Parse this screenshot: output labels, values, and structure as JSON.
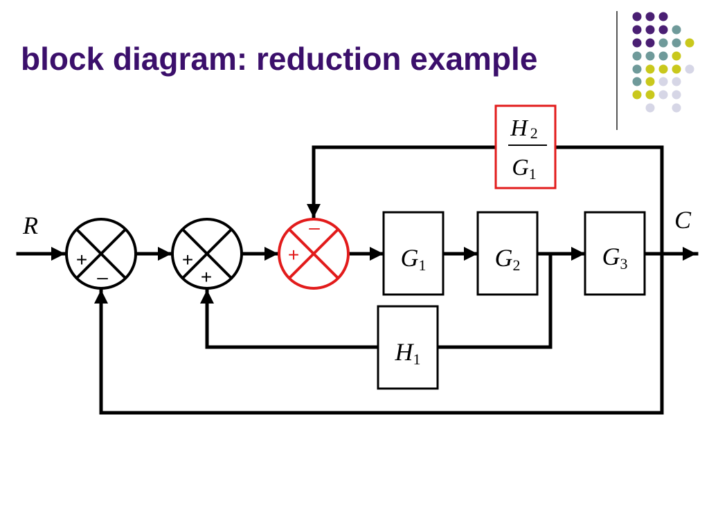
{
  "slide": {
    "title": "block diagram: reduction example"
  },
  "diagram": {
    "input_label": "R",
    "output_label": "C",
    "blocks": {
      "g1": {
        "symbol": "G",
        "subscript": "1"
      },
      "g2": {
        "symbol": "G",
        "subscript": "2"
      },
      "g3": {
        "symbol": "G",
        "subscript": "3"
      },
      "h1": {
        "symbol": "H",
        "subscript": "1"
      },
      "h2_over_g1": {
        "numerator_symbol": "H",
        "numerator_subscript": "2",
        "denominator_symbol": "G",
        "denominator_subscript": "1"
      }
    },
    "junctions": {
      "j1": {
        "top_sign": "+",
        "bottom_sign": "–"
      },
      "j2": {
        "left_sign": "+",
        "bottom_sign": "+"
      },
      "j3": {
        "top_sign": "–",
        "left_sign": "+"
      }
    },
    "colors": {
      "highlight": "#e21b1b",
      "line": "#000000",
      "title": "#3b0f6b"
    }
  },
  "decoration": {
    "dot_colors": [
      "#4a1f73",
      "#6f9a9a",
      "#c9c81c",
      "#d6d6e6"
    ]
  }
}
